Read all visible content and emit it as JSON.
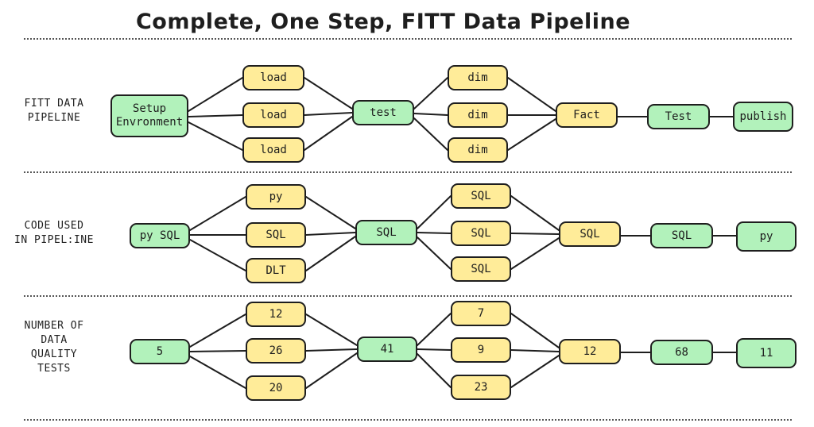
{
  "title": "Complete, One Step, FITT Data Pipeline",
  "rows": [
    {
      "label": [
        "FITT DATA",
        "PIPELINE"
      ],
      "nodes": [
        "Setup Envronment",
        "load",
        "load",
        "load",
        "test",
        "dim",
        "dim",
        "dim",
        "Fact",
        "Test",
        "publish"
      ]
    },
    {
      "label": [
        "CODE USED",
        "IN PIPEL:INE"
      ],
      "nodes": [
        "py SQL",
        "py",
        "SQL",
        "DLT",
        "SQL",
        "SQL",
        "SQL",
        "SQL",
        "SQL",
        "SQL",
        "py"
      ]
    },
    {
      "label": [
        "NUMBER OF",
        "DATA",
        "QUALITY",
        "TESTS"
      ],
      "nodes": [
        "5",
        "12",
        "26",
        "20",
        "41",
        "7",
        "9",
        "23",
        "12",
        "68",
        "11"
      ]
    }
  ],
  "colors": {
    "stage": "#b2f2bb",
    "parallel": "#ffec99",
    "stroke": "#1e1e1e"
  }
}
